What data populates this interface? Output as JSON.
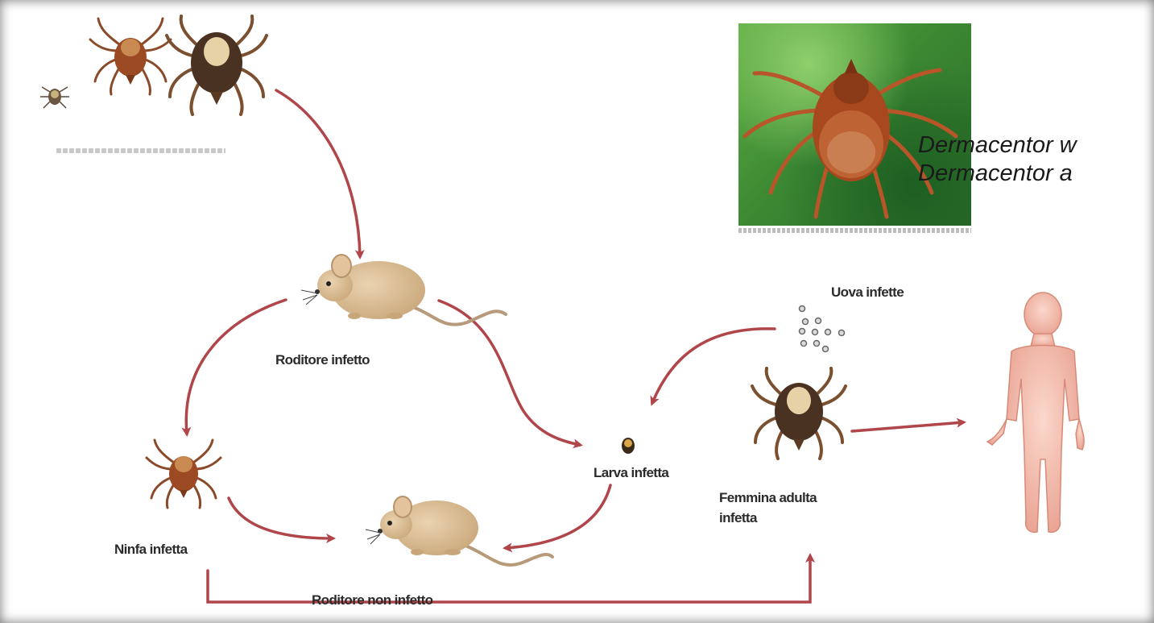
{
  "labels": {
    "rodent_infected": "Roditore infetto",
    "nymph_infected": "Ninfa infetta",
    "rodent_uninfected": "Roditore non infetto",
    "larva_infected": "Larva infetta",
    "eggs_infected": "Uova infette",
    "female_adult_line1": "Femmina adulta",
    "female_adult_line2": "infetta"
  },
  "species": {
    "line1": "Dermacentor w",
    "line2": "Dermacentor a"
  },
  "colors": {
    "arrow": "#b0454a",
    "tick_body": "#8a3a1f",
    "tick_dark": "#4a3222",
    "mouse": "#d8b98e",
    "human": "#f2b8a8"
  }
}
